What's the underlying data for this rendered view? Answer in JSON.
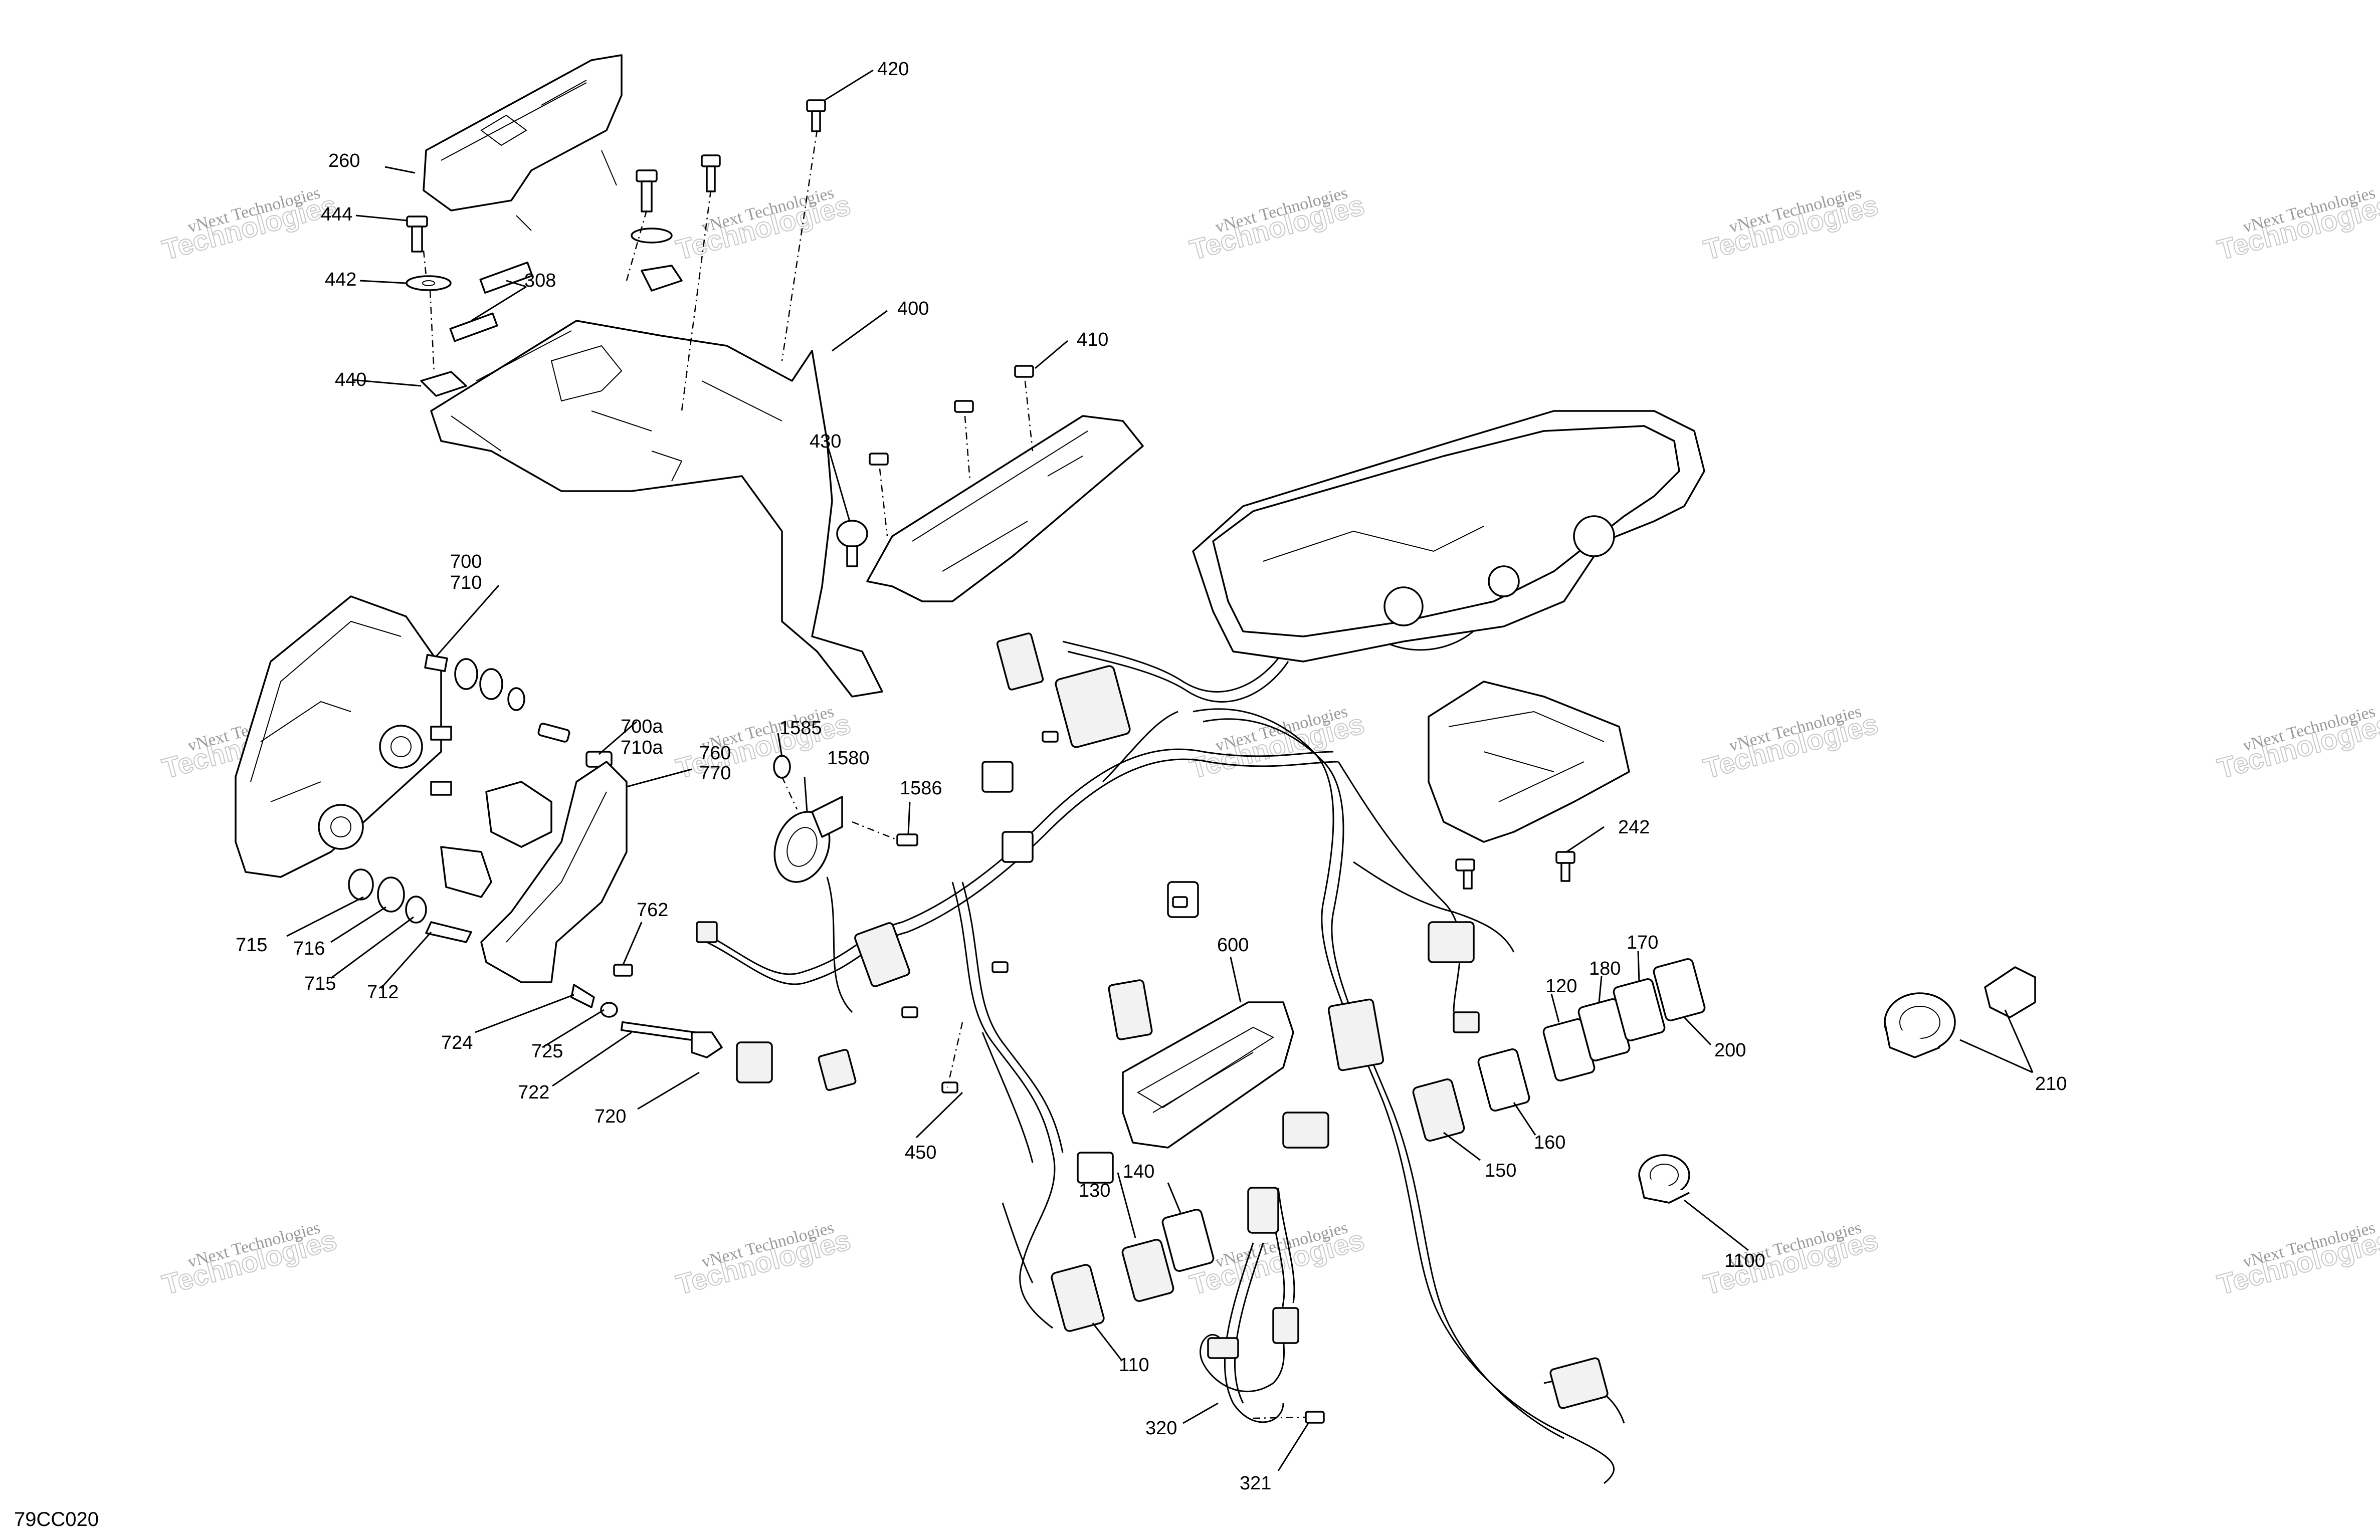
{
  "drawing_code": "79CC020",
  "watermark": {
    "line1": "vNext Technologies",
    "line2": "Technologies"
  },
  "callouts": {
    "c260": "260",
    "c444": "444",
    "c442": "442",
    "c308": "308",
    "c440": "440",
    "c420": "420",
    "c400": "400",
    "c410": "410",
    "c430": "430",
    "c700": "700",
    "c710": "710",
    "c700a": "700a",
    "c710a": "710a",
    "c760": "760",
    "c770": "770",
    "c1585": "1585",
    "c1580": "1580",
    "c1586": "1586",
    "c715a": "715",
    "c716": "716",
    "c715b": "715",
    "c712": "712",
    "c762": "762",
    "c724": "724",
    "c725": "725",
    "c722": "722",
    "c720": "720",
    "c600": "600",
    "c450": "450",
    "c242": "242",
    "c120": "120",
    "c180": "180",
    "c170": "170",
    "c200": "200",
    "c160": "160",
    "c150": "150",
    "c210": "210",
    "c1100": "1100",
    "c130": "130",
    "c140": "140",
    "c110": "110",
    "c320": "320",
    "c321": "321"
  }
}
